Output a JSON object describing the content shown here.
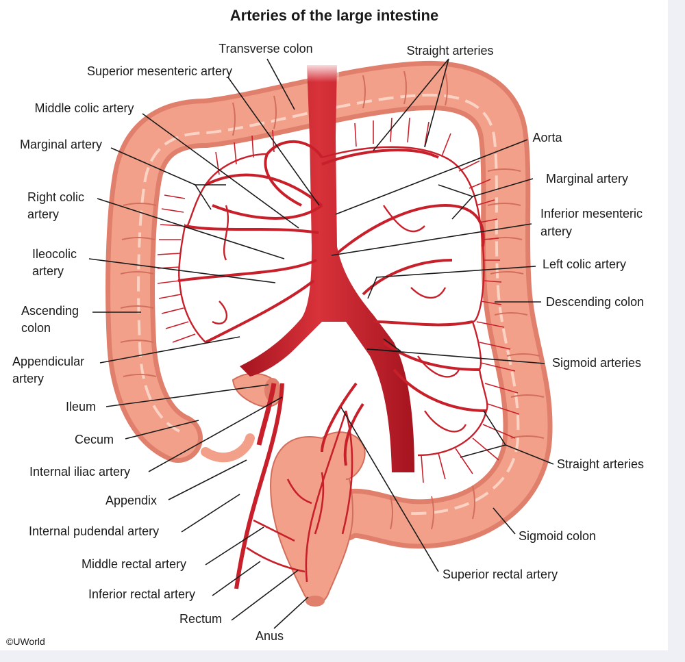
{
  "title": "Arteries of the large intestine",
  "copyright": "©UWorld",
  "colors": {
    "colon": "#f2a08a",
    "colon_shade": "#e07f6b",
    "colon_fold": "#fbd3c4",
    "artery": "#c8202b",
    "artery_dark": "#a5141f"
  },
  "labels": {
    "transverse_colon": "Transverse colon",
    "straight_arteries_top": "Straight arteries",
    "superior_mesenteric_artery": "Superior mesenteric artery",
    "middle_colic_artery": "Middle colic artery",
    "aorta": "Aorta",
    "marginal_artery_left": "Marginal artery",
    "marginal_artery_right": "Marginal artery",
    "right_colic_artery_1": "Right colic",
    "right_colic_artery_2": "artery",
    "inferior_mesenteric_artery_1": "Inferior mesenteric",
    "inferior_mesenteric_artery_2": "artery",
    "ileocolic_artery_1": "Ileocolic",
    "ileocolic_artery_2": "artery",
    "left_colic_artery": "Left colic artery",
    "ascending_colon_1": "Ascending",
    "ascending_colon_2": "colon",
    "descending_colon": "Descending colon",
    "appendicular_artery_1": "Appendicular",
    "appendicular_artery_2": "artery",
    "sigmoid_arteries": "Sigmoid arteries",
    "ileum": "Ileum",
    "cecum": "Cecum",
    "straight_arteries_bottom": "Straight arteries",
    "internal_iliac_artery": "Internal iliac artery",
    "appendix": "Appendix",
    "sigmoid_colon": "Sigmoid colon",
    "internal_pudendal_artery": "Internal pudendal artery",
    "middle_rectal_artery": "Middle rectal artery",
    "superior_rectal_artery": "Superior rectal artery",
    "inferior_rectal_artery": "Inferior rectal artery",
    "rectum": "Rectum",
    "anus": "Anus"
  }
}
